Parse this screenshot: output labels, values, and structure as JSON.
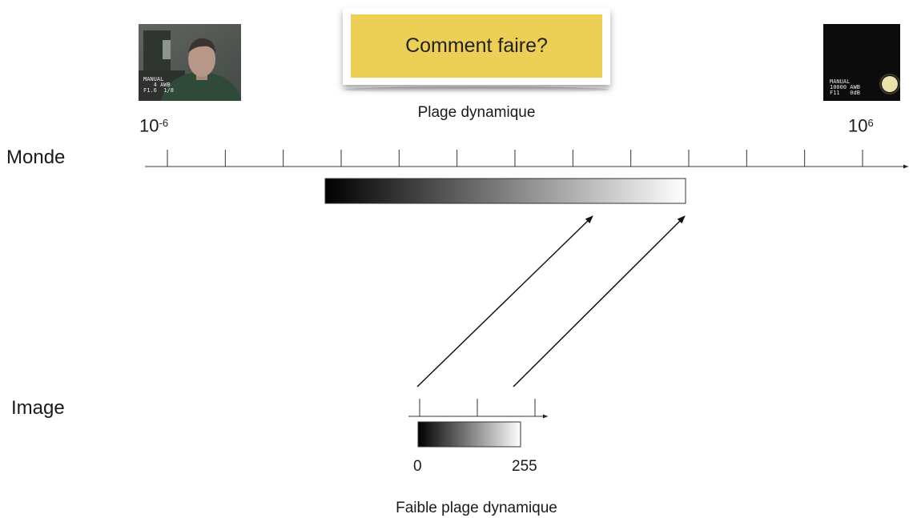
{
  "callout": {
    "text": "Comment faire?",
    "bg_color": "#eccf55"
  },
  "captions": {
    "top": "Plage dynamique",
    "bottom": "Faible plage dynamique"
  },
  "rows": {
    "world": "Monde",
    "image": "Image"
  },
  "world_axis": {
    "left": {
      "base": "10",
      "exp": "-6"
    },
    "right": {
      "base": "10",
      "exp": "6"
    },
    "ticks": 13
  },
  "image_axis": {
    "min_label": "0",
    "max_label": "255",
    "ticks": 3
  },
  "photo_dark_scene": {
    "osd": [
      "MANUAL",
      "   4 AWB",
      "F1.6  1/8"
    ]
  },
  "photo_bright_scene": {
    "osd": [
      "MANUAL",
      "10000 AWB",
      "F11   0dB"
    ]
  },
  "icons": [
    "person-photo",
    "sun-photo",
    "mapping-arrow"
  ]
}
